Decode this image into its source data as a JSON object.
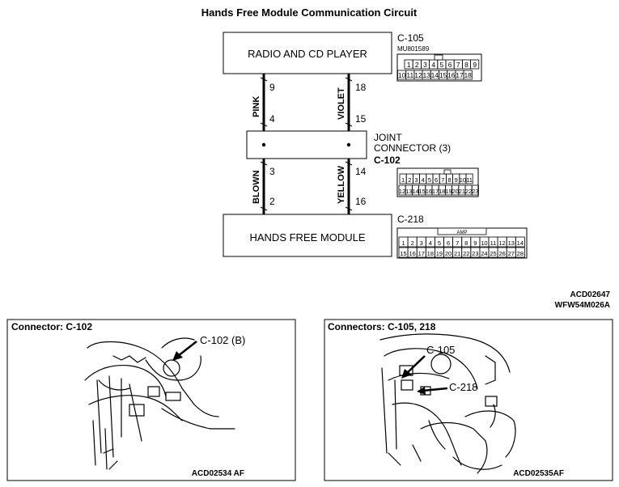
{
  "title": "Hands Free Module Communication Circuit",
  "modules": {
    "radio": "RADIO AND CD PLAYER",
    "joint_label_1": "JOINT",
    "joint_label_2": "CONNECTOR (3)",
    "hands_free": "HANDS FREE MODULE"
  },
  "connectors": {
    "c105": {
      "id": "C-105",
      "part": "MU801589",
      "top_pins": [
        "1",
        "2",
        "3",
        "4",
        "5",
        "6",
        "7",
        "8",
        "9"
      ],
      "bottom_pins": [
        "10",
        "11",
        "12",
        "13",
        "14",
        "15",
        "16",
        "17",
        "18"
      ]
    },
    "c102": {
      "id": "C-102",
      "top_pins": [
        "1",
        "2",
        "3",
        "4",
        "5",
        "6",
        "7",
        "8",
        "9",
        "10",
        "11"
      ],
      "bottom_pins": [
        "12",
        "13",
        "14",
        "15",
        "16",
        "17",
        "18",
        "19",
        "20",
        "21",
        "22",
        "23"
      ]
    },
    "c218": {
      "id": "C-218",
      "key_label": "AMP",
      "top_pins": [
        "1",
        "2",
        "3",
        "4",
        "5",
        "6",
        "7",
        "8",
        "9",
        "10",
        "11",
        "12",
        "13",
        "14"
      ],
      "bottom_pins": [
        "15",
        "16",
        "17",
        "18",
        "19",
        "20",
        "21",
        "22",
        "23",
        "24",
        "25",
        "26",
        "27",
        "28"
      ]
    }
  },
  "wires": {
    "left_upper": {
      "color": "PINK",
      "top_pin": "9",
      "bottom_pin": "4"
    },
    "right_upper": {
      "color": "VIOLET",
      "top_pin": "18",
      "bottom_pin": "15"
    },
    "left_lower": {
      "color": "BLOWN",
      "top_pin": "3",
      "bottom_pin": "2"
    },
    "right_lower": {
      "color": "YELLOW",
      "top_pin": "14",
      "bottom_pin": "16"
    }
  },
  "codes": {
    "code_1": "ACD02647",
    "code_2": "WFW54M026A"
  },
  "panels": {
    "left": {
      "title": "Connector: C-102",
      "callout": "C-102 (B)",
      "code": "ACD02534 AF"
    },
    "right": {
      "title": "Connectors: C-105, 218",
      "callout_1": "C-105",
      "callout_2": "C-218",
      "code": "ACD02535AF"
    }
  }
}
